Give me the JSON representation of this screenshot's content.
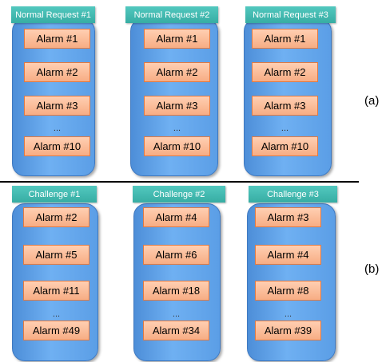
{
  "groups": [
    {
      "header": "Normal Request #1",
      "alarms": [
        "Alarm #1",
        "Alarm #2",
        "Alarm #3",
        "Alarm #10"
      ],
      "ellipsis": "..."
    },
    {
      "header": "Normal Request #2",
      "alarms": [
        "Alarm #1",
        "Alarm #2",
        "Alarm #3",
        "Alarm #10"
      ],
      "ellipsis": "..."
    },
    {
      "header": "Normal Request #3",
      "alarms": [
        "Alarm #1",
        "Alarm #2",
        "Alarm #3",
        "Alarm #10"
      ],
      "ellipsis": "..."
    },
    {
      "header": "Challenge #1",
      "alarms": [
        "Alarm #2",
        "Alarm #5",
        "Alarm #11",
        "Alarm #49"
      ],
      "ellipsis": "..."
    },
    {
      "header": "Challenge #2",
      "alarms": [
        "Alarm #4",
        "Alarm #6",
        "Alarm #18",
        "Alarm #34"
      ],
      "ellipsis": "..."
    },
    {
      "header": "Challenge #3",
      "alarms": [
        "Alarm #3",
        "Alarm #4",
        "Alarm #8",
        "Alarm #39"
      ],
      "ellipsis": "..."
    }
  ],
  "row_labels": [
    "(a)",
    "(b)"
  ],
  "colors": {
    "header": "#3ab3a9",
    "column": "#5b9ee6",
    "alarm_fill": "#fbbb95",
    "alarm_border": "#e07a43"
  }
}
